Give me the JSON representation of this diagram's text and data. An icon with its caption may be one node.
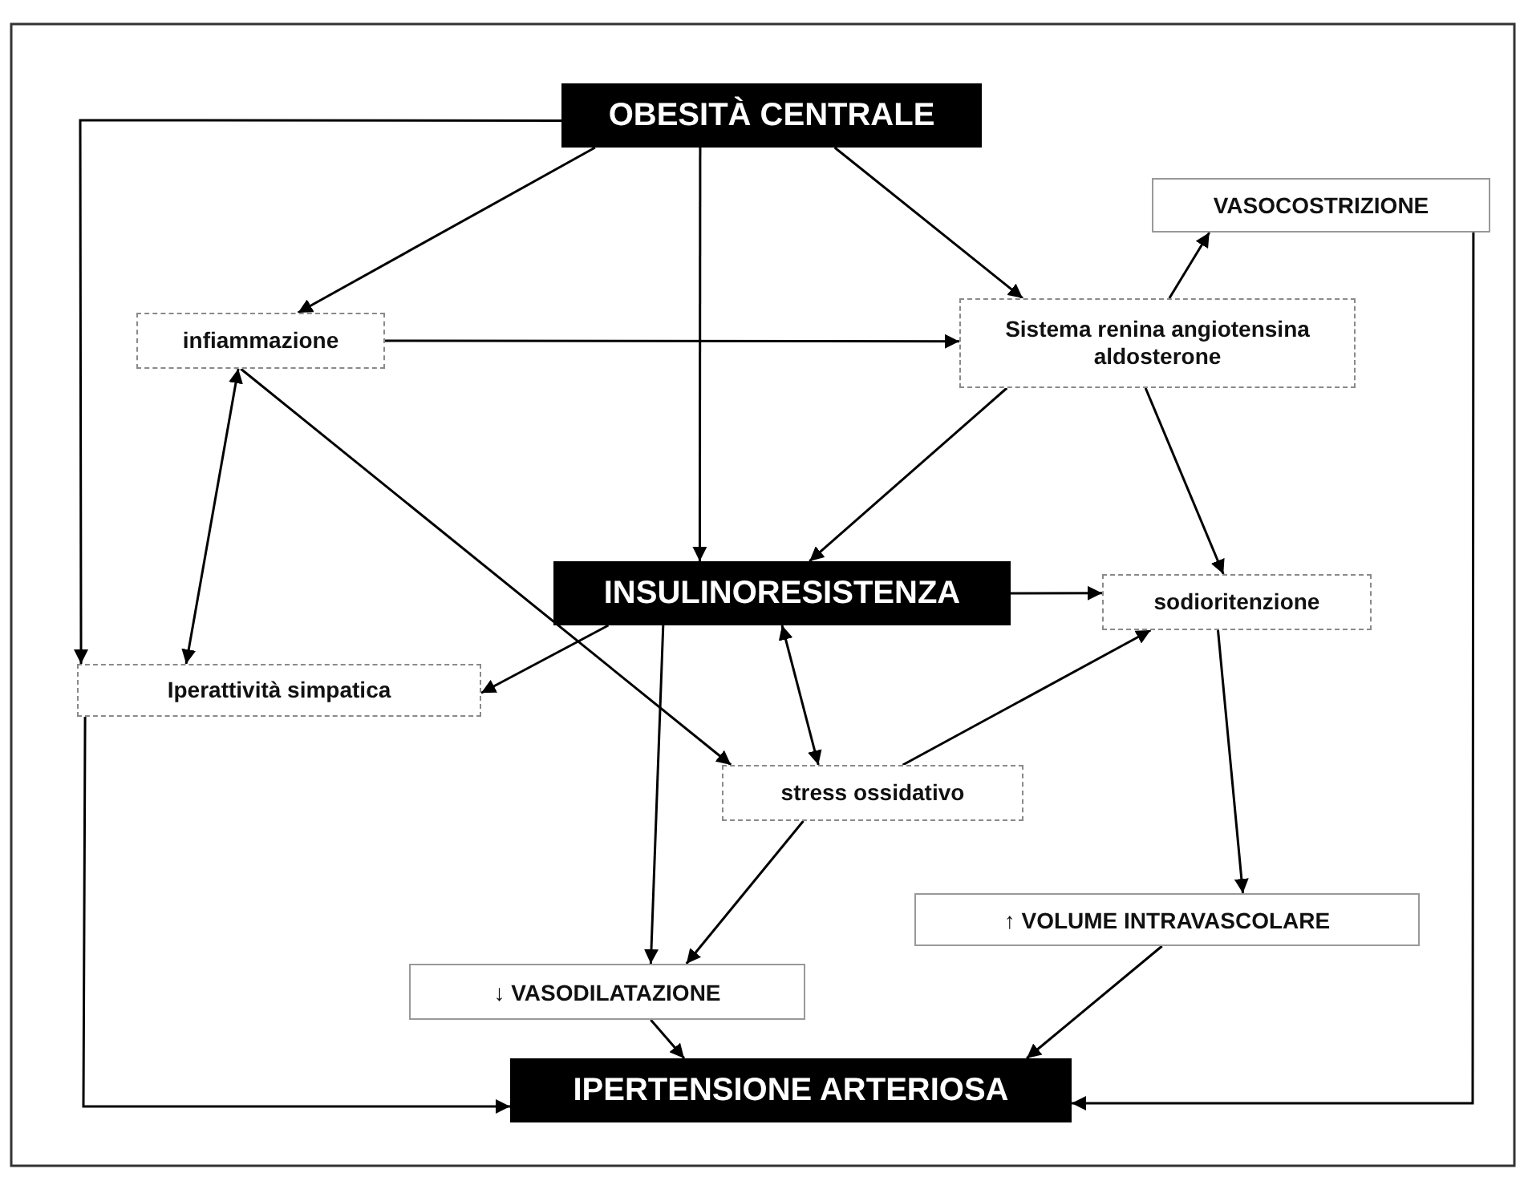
{
  "diagram": {
    "nodes": [
      {
        "text": [
          "OBESITÀ CENTRALE"
        ]
      },
      {
        "text": [
          "infiammazione"
        ]
      },
      {
        "text": [
          "Sistema renina angiotensina aldosterone"
        ]
      },
      {
        "text": [
          "VASOCOSTRIZIONE"
        ]
      },
      {
        "text": [
          "INSULINORESISTENZA"
        ]
      },
      {
        "text": [
          "sodioritenzione"
        ]
      },
      {
        "text": [
          "Iperattività simpatica"
        ]
      },
      {
        "text": [
          "stress ossidativo"
        ]
      },
      {
        "text": [
          "↑ VOLUME INTRAVASCOLARE"
        ]
      },
      {
        "text": [
          "↓ VASODILATAZIONE"
        ]
      },
      {
        "text": [
          "IPERTENSIONE ARTERIOSA"
        ]
      }
    ],
    "edges": [
      {
        "from": 0,
        "to": 1,
        "arrow": "to"
      },
      {
        "from": 0,
        "to": 4,
        "arrow": "to"
      },
      {
        "from": 0,
        "to": 2,
        "arrow": "to"
      },
      {
        "from": 0,
        "to": 6,
        "arrow": "to"
      },
      {
        "from": 1,
        "to": 2,
        "arrow": "to"
      },
      {
        "from": 1,
        "to": 6,
        "arrow": "both"
      },
      {
        "from": 1,
        "to": 7,
        "arrow": "to"
      },
      {
        "from": 2,
        "to": 3,
        "arrow": "to"
      },
      {
        "from": 2,
        "to": 4,
        "arrow": "to"
      },
      {
        "from": 2,
        "to": 5,
        "arrow": "to"
      },
      {
        "from": 4,
        "to": 5,
        "arrow": "to"
      },
      {
        "from": 4,
        "to": 6,
        "arrow": "to"
      },
      {
        "from": 4,
        "to": 7,
        "arrow": "both"
      },
      {
        "from": 4,
        "to": 9,
        "arrow": "to"
      },
      {
        "from": 7,
        "to": 5,
        "arrow": "to"
      },
      {
        "from": 7,
        "to": 9,
        "arrow": "to"
      },
      {
        "from": 5,
        "to": 8,
        "arrow": "to"
      },
      {
        "from": 9,
        "to": 10,
        "arrow": "to"
      },
      {
        "from": 8,
        "to": 10,
        "arrow": "to"
      },
      {
        "from": 6,
        "to": 10,
        "arrow": "to"
      },
      {
        "from": 3,
        "to": 10,
        "arrow": "to"
      }
    ]
  }
}
